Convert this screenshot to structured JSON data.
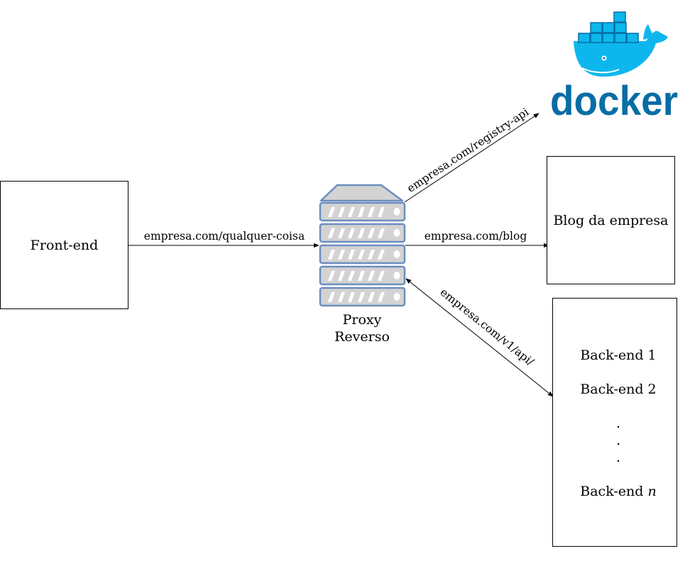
{
  "nodes": {
    "frontend": {
      "label": "Front-end"
    },
    "proxy": {
      "line1": "Proxy",
      "line2": "Reverso"
    },
    "blog": {
      "label": "Blog da empresa"
    },
    "backends": {
      "item1": "Back-end 1",
      "item2": "Back-end 2",
      "dot": ".",
      "itemN_prefix": "Back-end ",
      "itemN_var": "n"
    },
    "docker": {
      "wordmark": "docker",
      "icon": "docker-whale-icon"
    }
  },
  "edges": {
    "frontend_to_proxy": "empresa.com/qualquer-coisa",
    "proxy_to_docker": "empresa.com/registry-api",
    "proxy_to_blog": "empresa.com/blog",
    "proxy_to_backends": "empresa.com/v1/api/"
  },
  "colors": {
    "docker_blue": "#0db7ed",
    "docker_dark": "#066da5",
    "server_fill": "#d3d3d3",
    "server_stroke": "#6c8ebf"
  }
}
